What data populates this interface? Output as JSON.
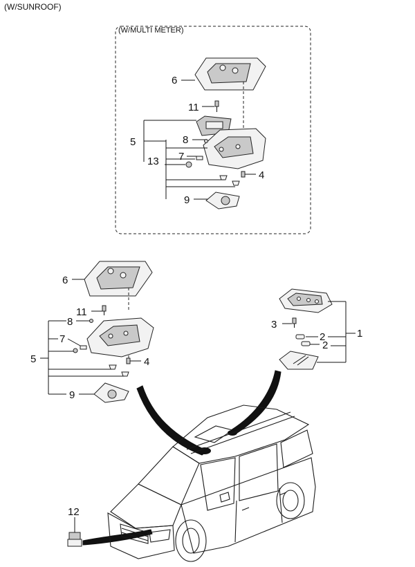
{
  "captions": {
    "sunroof": "(W/SUNROOF)",
    "multi_meter": "(W/MULTI METER)"
  },
  "callouts_multi_meter": {
    "n6": "6",
    "n11": "11",
    "n5": "5",
    "n8": "8",
    "n7": "7",
    "n13": "13",
    "n4": "4",
    "n9": "9"
  },
  "callouts_sunroof": {
    "n6": "6",
    "n11": "11",
    "n8": "8",
    "n7": "7",
    "n5": "5",
    "n4": "4",
    "n9": "9"
  },
  "callouts_standard": {
    "n1": "1",
    "n3": "3",
    "n2a": "2",
    "n2b": "2"
  },
  "callouts_other": {
    "n12": "12"
  }
}
